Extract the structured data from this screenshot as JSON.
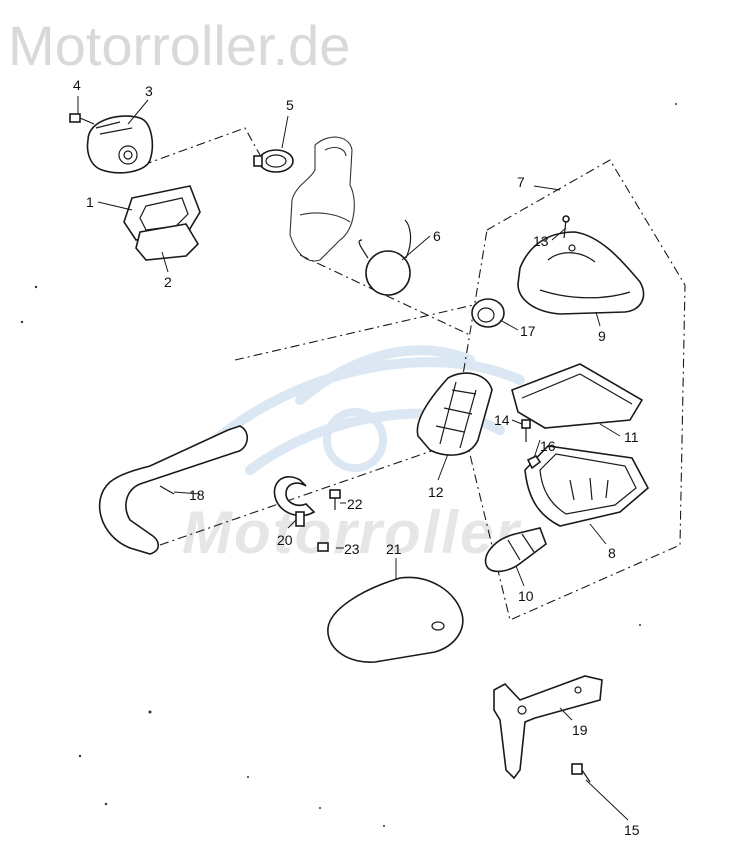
{
  "brand": {
    "text": "Motorroller.de"
  },
  "watermark": {
    "text": "Motorroller",
    "color": "#e6e6e6"
  },
  "callouts": [
    "1",
    "2",
    "3",
    "4",
    "5",
    "6",
    "7",
    "8",
    "9",
    "10",
    "11",
    "12",
    "13",
    "14",
    "15",
    "16",
    "17",
    "18",
    "19",
    "20",
    "21",
    "22",
    "23"
  ],
  "colors": {
    "line": "#1a1a1a",
    "brand_grey": "#d9d9d9",
    "watermark_blue": "#dbe8f3"
  }
}
